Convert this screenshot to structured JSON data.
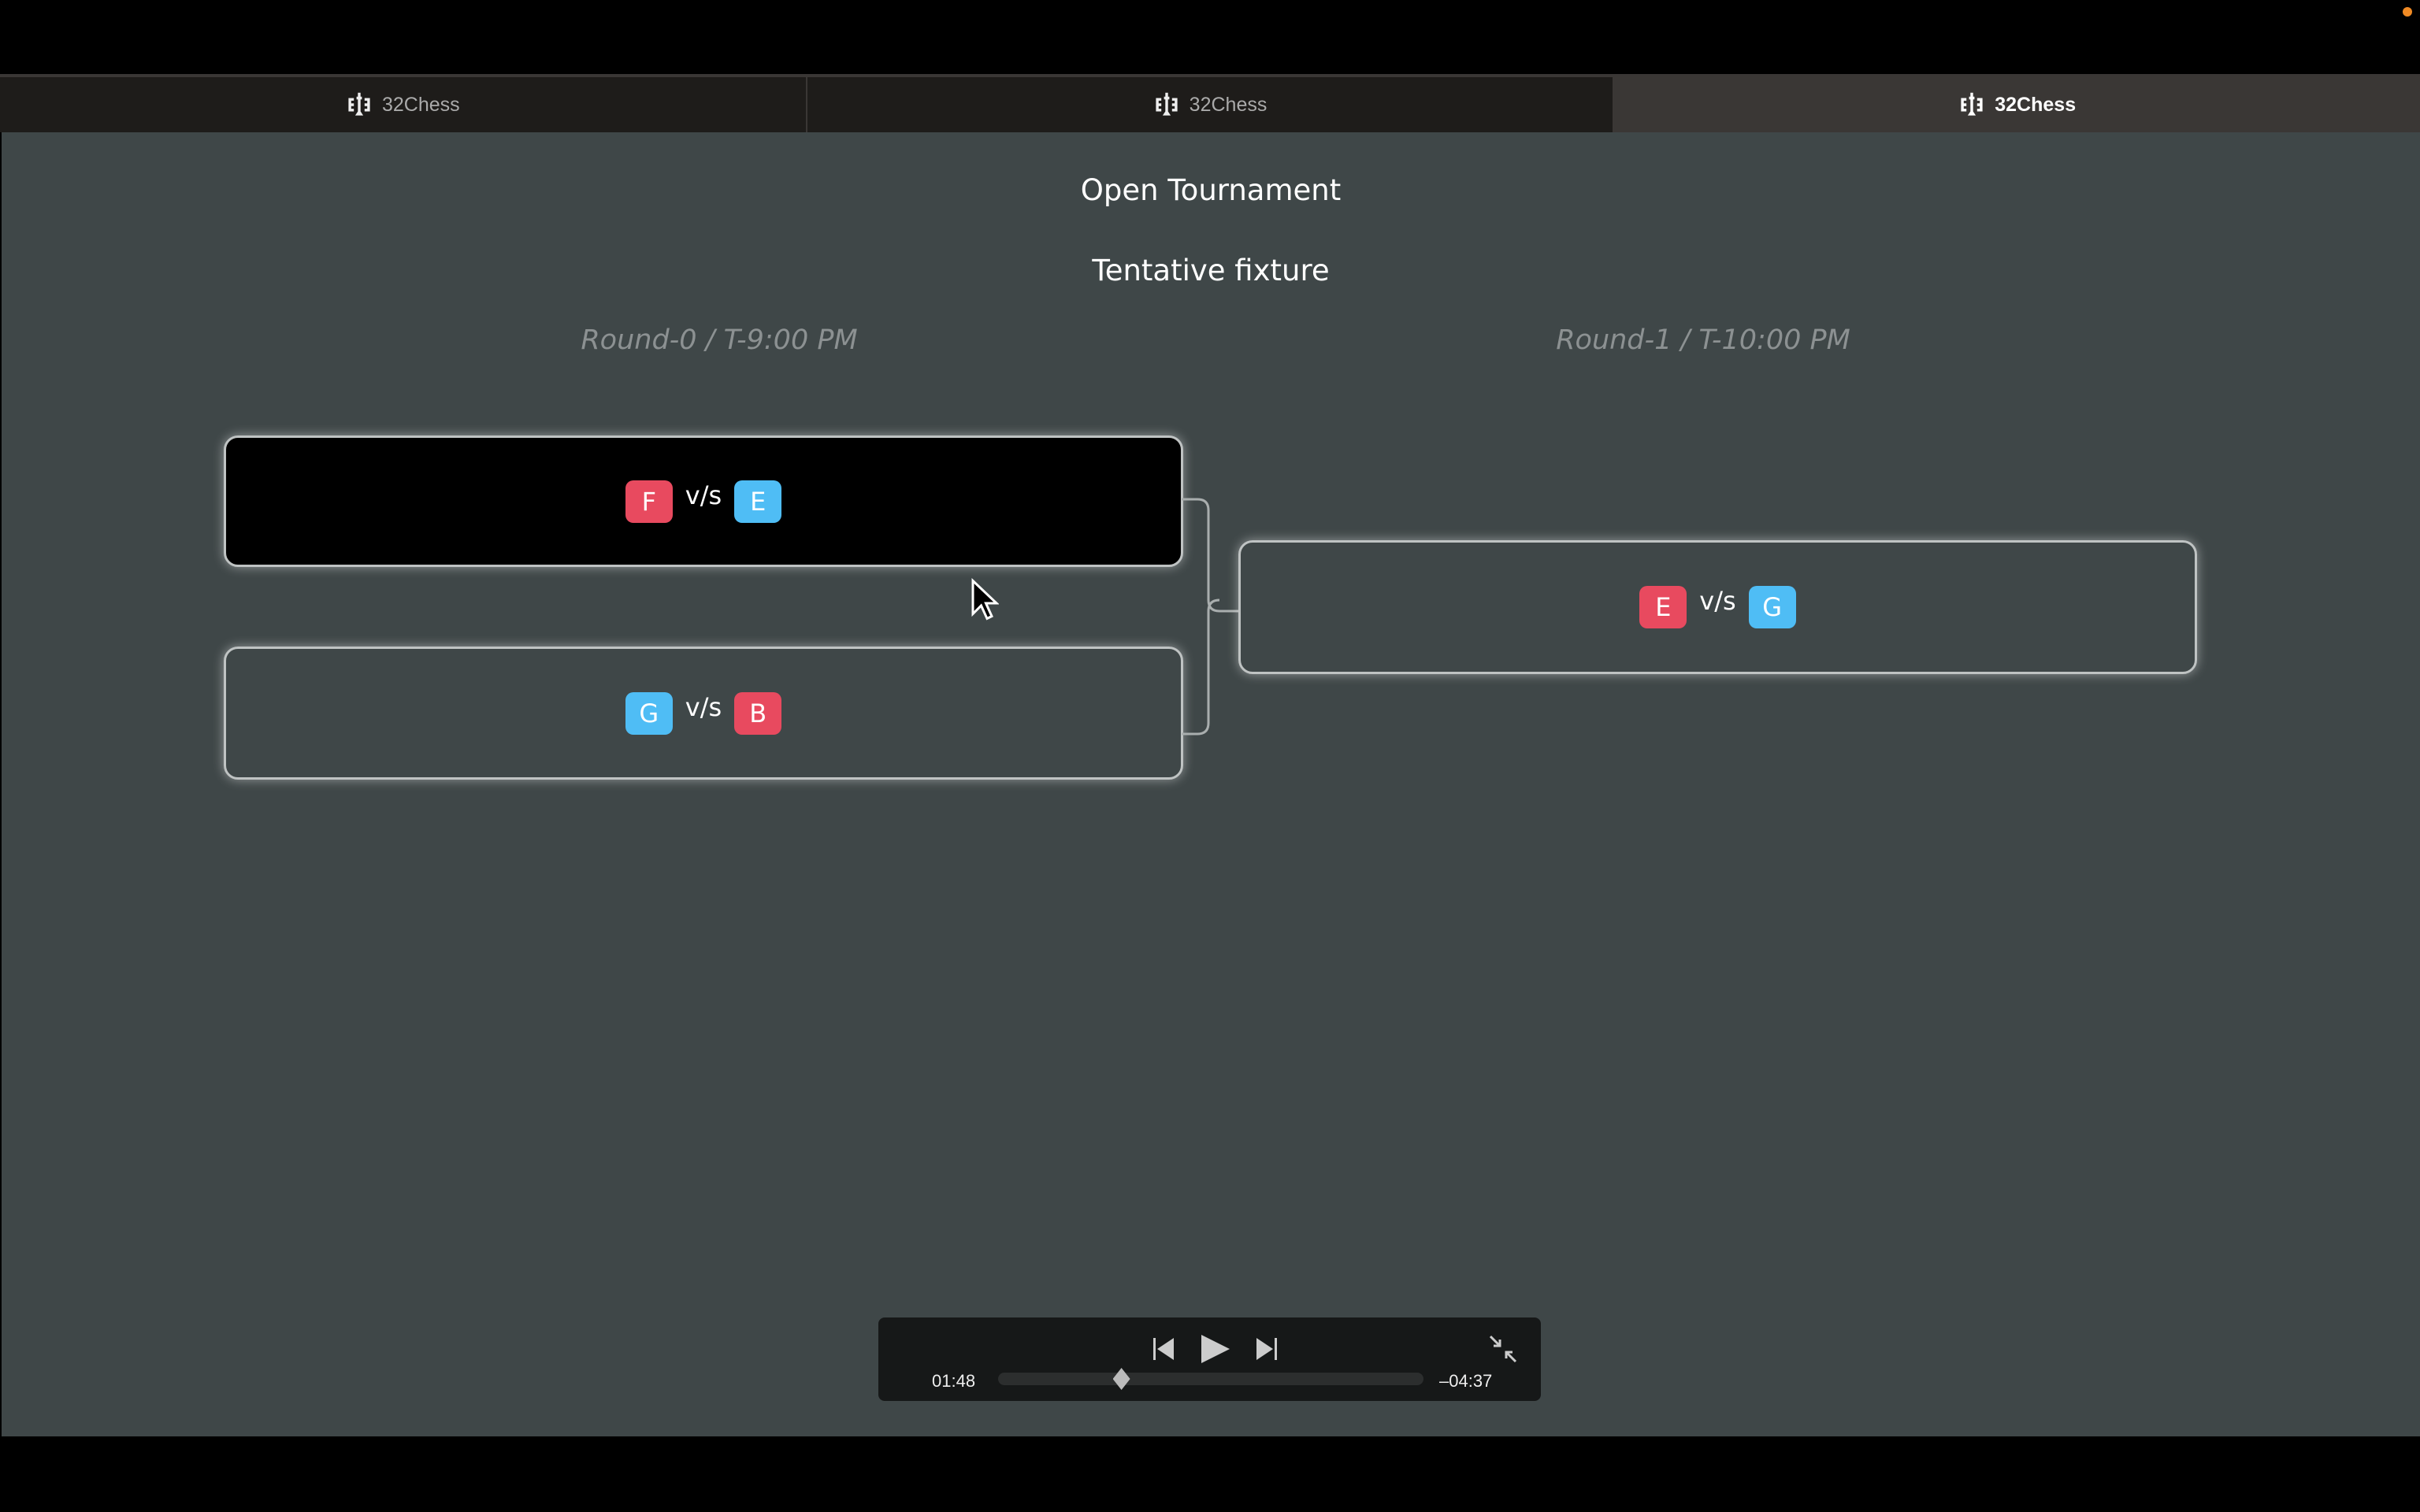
{
  "tabs": [
    {
      "label": "32Chess",
      "active": false
    },
    {
      "label": "32Chess",
      "active": false
    },
    {
      "label": "32Chess",
      "active": true
    }
  ],
  "page": {
    "title": "Open Tournament",
    "subtitle": "Tentative fixture"
  },
  "rounds": [
    {
      "label": "Round-0 / T-9:00 PM",
      "matches": [
        {
          "p1": "F",
          "p1_color": "red",
          "vs": "v/s",
          "p2": "E",
          "p2_color": "blue",
          "selected": true
        },
        {
          "p1": "G",
          "p1_color": "blue",
          "vs": "v/s",
          "p2": "B",
          "p2_color": "red",
          "selected": false
        }
      ]
    },
    {
      "label": "Round-1 / T-10:00 PM",
      "matches": [
        {
          "p1": "E",
          "p1_color": "red",
          "vs": "v/s",
          "p2": "G",
          "p2_color": "blue",
          "selected": false
        }
      ]
    }
  ],
  "colors": {
    "red": "#e84a5f",
    "blue": "#4fbdf5",
    "background": "#3f4748"
  },
  "player": {
    "elapsed": "01:48",
    "remaining": "–04:37",
    "progress_percent": 29,
    "icons": [
      "skip-back-icon",
      "play-icon",
      "skip-forward-icon",
      "exit-fullscreen-icon"
    ]
  }
}
